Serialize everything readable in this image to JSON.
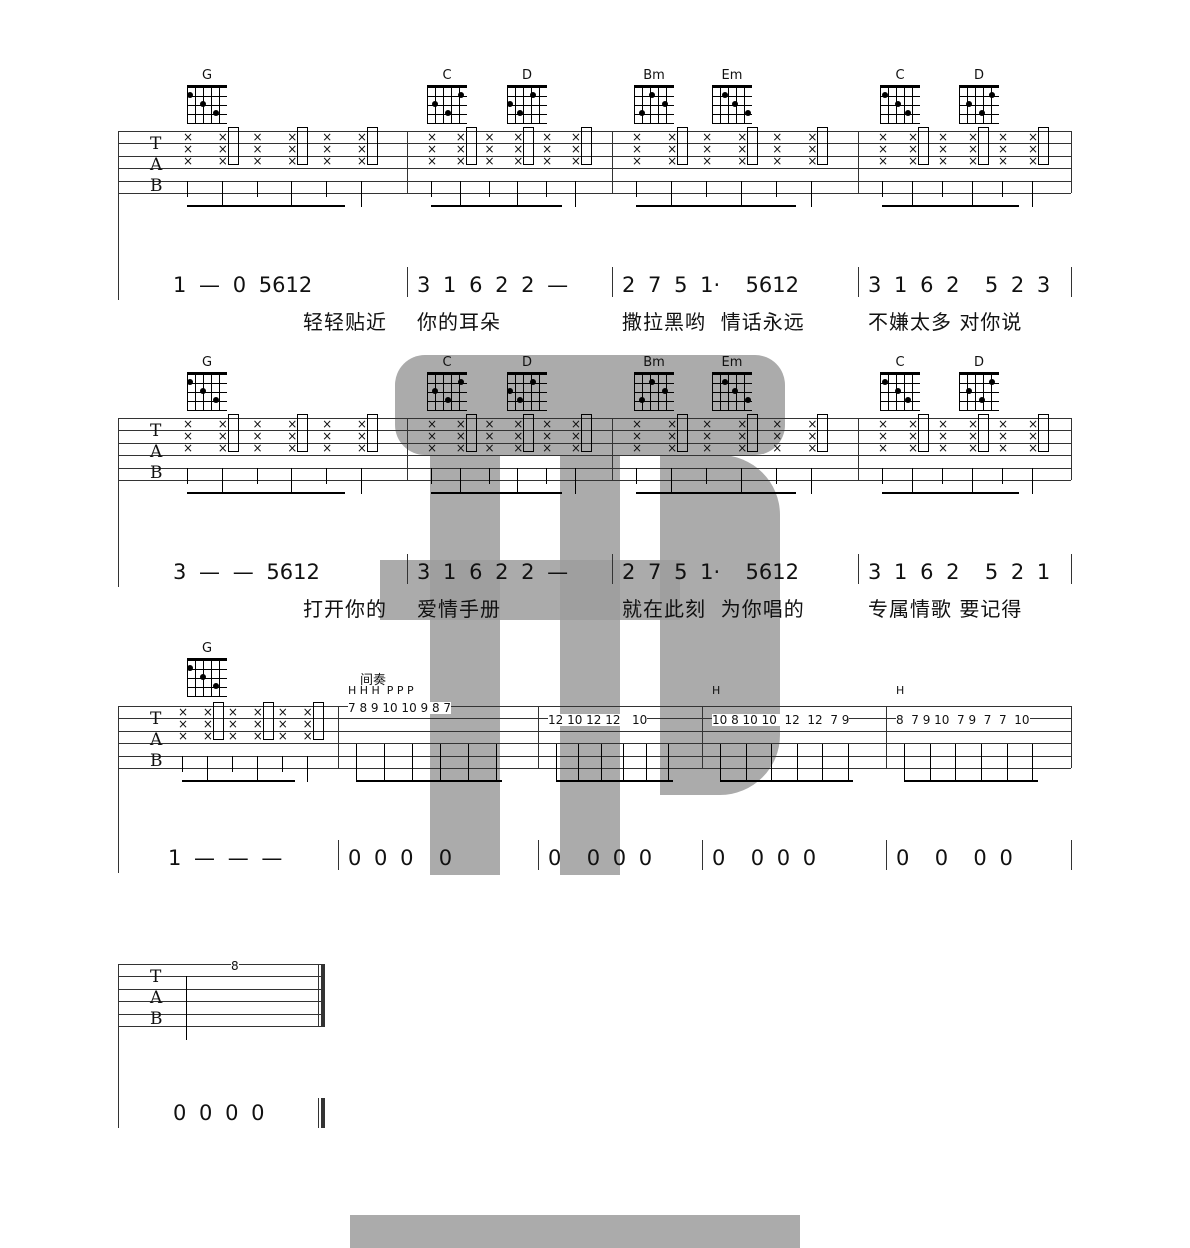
{
  "systems": [
    {
      "chords": [
        "G",
        "C",
        "D",
        "Bm",
        "Em",
        "C",
        "D"
      ],
      "measures": [
        {
          "notes": "1 — 0 5612",
          "lyrics": "轻轻贴近"
        },
        {
          "notes": "3 1 6 2 2 —",
          "lyrics": "你的耳朵"
        },
        {
          "notes": "2 7 5 1·  5612",
          "lyrics": "撒拉黑哟  情话永远"
        },
        {
          "notes": "3 1 6 2  5 2 3",
          "lyrics": "不嫌太多 对你说"
        }
      ]
    },
    {
      "chords": [
        "G",
        "C",
        "D",
        "Bm",
        "Em",
        "C",
        "D"
      ],
      "measures": [
        {
          "notes": "3 — — 5612",
          "lyrics": "打开你的"
        },
        {
          "notes": "3 1 6 2 2 —",
          "lyrics": "爱情手册"
        },
        {
          "notes": "2 7 5 1·  5612",
          "lyrics": "就在此刻  为你唱的"
        },
        {
          "notes": "3 1 6 2  5 2 1",
          "lyrics": "专属情歌 要记得"
        }
      ]
    },
    {
      "chords": [
        "G"
      ],
      "section": "间奏",
      "measures": [
        {
          "notes": "1 — — —"
        },
        {
          "notes": "0 0 0  0",
          "frets": "7 8 9 10 10 9 8 7",
          "techs": "H H H  P P P"
        },
        {
          "notes": "0  0 0 0",
          "frets": "12 10 12 12   10"
        },
        {
          "notes": "0  0 0 0",
          "frets": "10 8 10 10  12  12  7 9",
          "techs": "H"
        },
        {
          "notes": "0  0  0 0",
          "frets": "8  7 9 10  7 9  7  7  10",
          "techs": "H"
        }
      ]
    },
    {
      "measures": [
        {
          "notes": "0 0 0 0",
          "frets": "8"
        }
      ]
    }
  ],
  "tab_clef": [
    "T",
    "A",
    "B"
  ]
}
